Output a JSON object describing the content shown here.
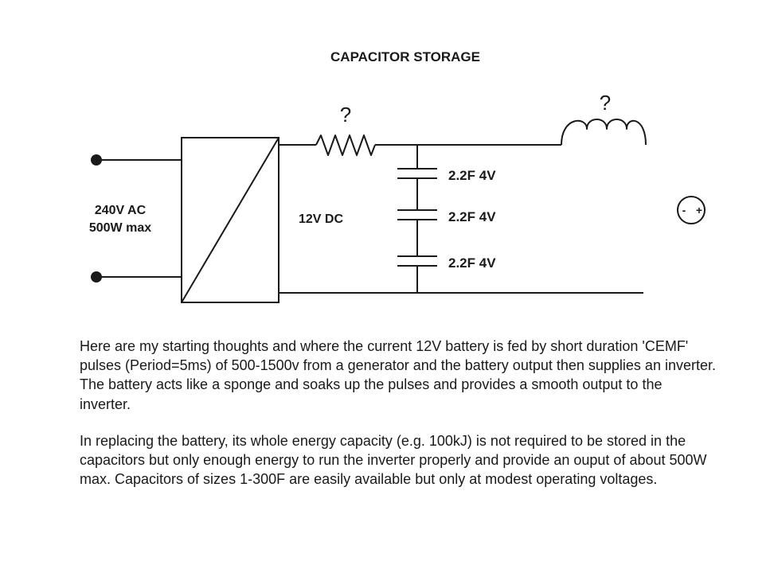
{
  "title": "CAPACITOR STORAGE",
  "labels": {
    "ac_line1": "240V AC",
    "ac_line2": "500W max",
    "dc": "12V DC",
    "resistor_unknown": "?",
    "inductor_unknown": "?",
    "meter_minus": "-",
    "meter_plus": "+"
  },
  "capacitors": [
    {
      "label": "2.2F 4V"
    },
    {
      "label": "2.2F 4V"
    },
    {
      "label": "2.2F 4V"
    }
  ],
  "paragraphs": [
    "Here are my starting thoughts and where the current 12V battery is fed by short duration 'CEMF' pulses (Period=5ms) of 500-1500v from a generator and the battery output then supplies an inverter. The battery acts like a sponge and soaks up the pulses and provides a smooth output to the inverter.",
    "In replacing the battery, its whole energy capacity (e.g. 100kJ) is not required to be stored in the capacitors but only enough energy to run the inverter properly and provide an ouput of about 500W max. Capacitors of sizes 1-300F are easily available but only at modest operating voltages."
  ]
}
